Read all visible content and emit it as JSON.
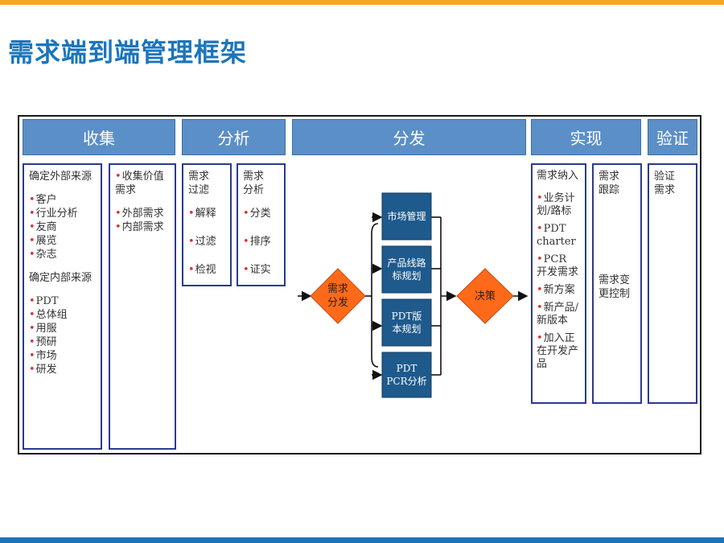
{
  "title": "需求端到端管理框架",
  "headers": {
    "collect": "收集",
    "analyze": "分析",
    "distribute": "分发",
    "implement": "实现",
    "verify": "验证"
  },
  "collect": {
    "external_title": "确定外部来源",
    "external_items": [
      "客户",
      "行业分析",
      "友商",
      "展览",
      "杂志"
    ],
    "internal_title": "确定内部来源",
    "internal_items": [
      "PDT",
      "总体组",
      "用服",
      "预研",
      "市场",
      "研发"
    ],
    "value_items": [
      "收集价值需求",
      "外部需求",
      "内部需求"
    ]
  },
  "analyze": {
    "filter_title": "需求过滤",
    "filter_items": [
      "解释",
      "过滤",
      "检视"
    ],
    "analysis_title": "需求分析",
    "analysis_items": [
      "分类",
      "排序",
      "证实"
    ]
  },
  "distribute": {
    "start_node": "需求分发",
    "end_node": "决策",
    "targets": [
      "市场管理",
      "产品线路标规划",
      "PDT版本规划",
      "PDT PCR分析"
    ]
  },
  "implement": {
    "main_items": [
      "需求纳入",
      "业务计划/路标",
      "PDT charter",
      "PCR",
      "开发需求",
      "新方案",
      "新产品/新版本",
      "加入正在开发产品"
    ],
    "track_title": "需求跟踪",
    "change_control": "需求变更控制"
  },
  "verify": {
    "title": "验证需求"
  },
  "colors": {
    "header": "#5b8fc7",
    "column_border": "#2b3a8f",
    "target_box": "#1f5a8c",
    "diamond": "#ff6a1a",
    "bullet": "#e03030",
    "title": "#1b75bc"
  }
}
